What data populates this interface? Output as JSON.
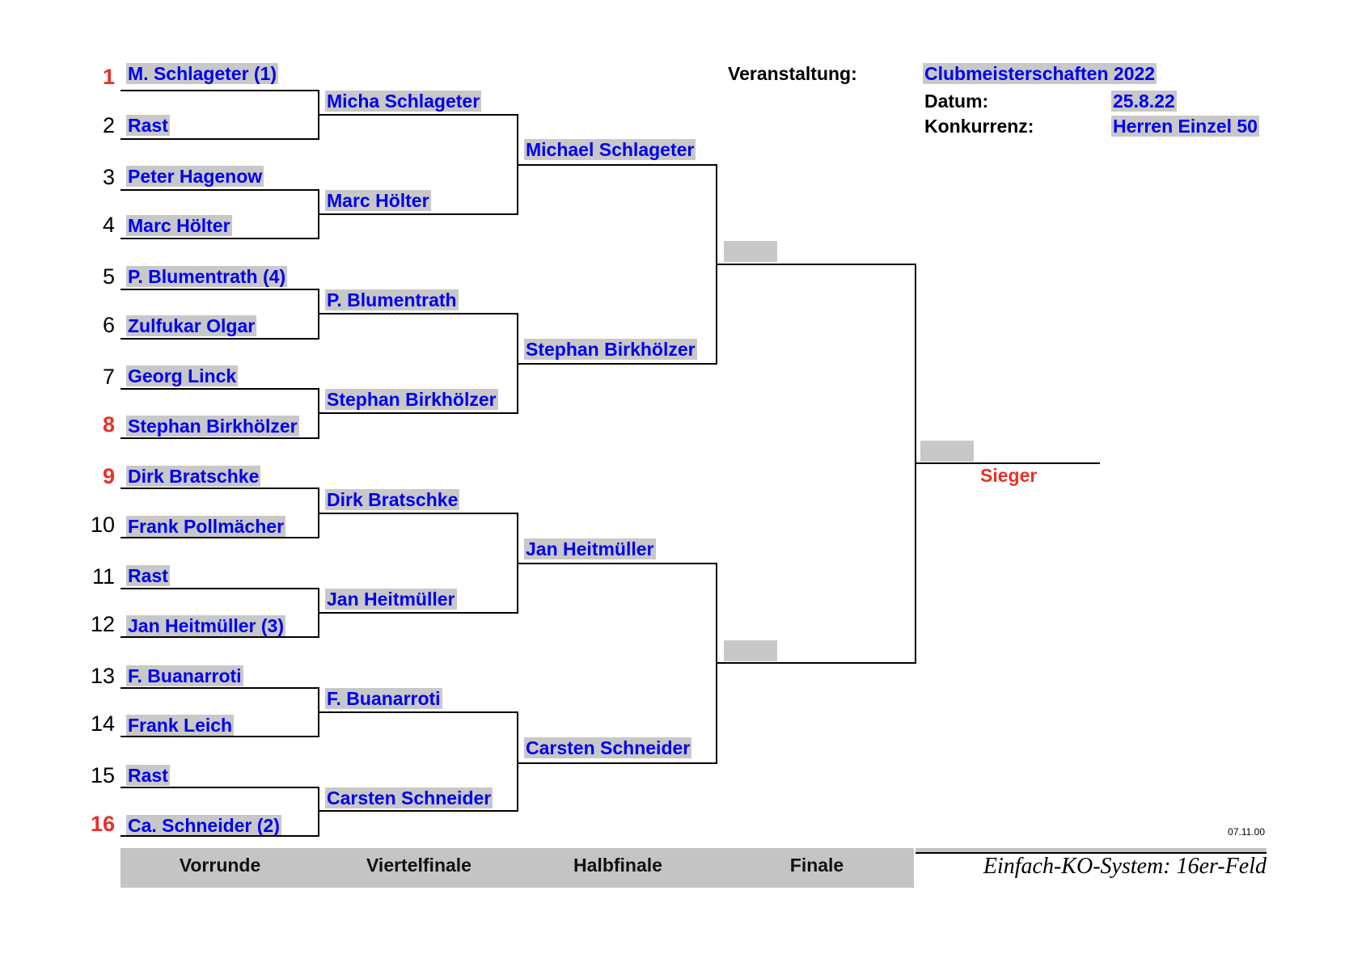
{
  "header": {
    "event_label": "Veranstaltung:",
    "event_value": "Clubmeisterschaften 2022",
    "date_label": "Datum:",
    "date_value": "25.8.22",
    "competition_label": "Konkurrenz:",
    "competition_value": "Herren Einzel 50"
  },
  "draw": [
    {
      "num": "1",
      "name": "M. Schlageter (1)",
      "seed": true
    },
    {
      "num": "2",
      "name": "Rast",
      "seed": false
    },
    {
      "num": "3",
      "name": "Peter Hagenow",
      "seed": false
    },
    {
      "num": "4",
      "name": "Marc Hölter",
      "seed": false
    },
    {
      "num": "5",
      "name": "P. Blumentrath (4)",
      "seed": false
    },
    {
      "num": "6",
      "name": "Zulfukar Olgar",
      "seed": false
    },
    {
      "num": "7",
      "name": "Georg Linck",
      "seed": false
    },
    {
      "num": "8",
      "name": "Stephan Birkhölzer",
      "seed": true
    },
    {
      "num": "9",
      "name": "Dirk Bratschke",
      "seed": true
    },
    {
      "num": "10",
      "name": "Frank Pollmächer",
      "seed": false
    },
    {
      "num": "11",
      "name": "Rast",
      "seed": false
    },
    {
      "num": "12",
      "name": "Jan Heitmüller (3)",
      "seed": false
    },
    {
      "num": "13",
      "name": "F. Buanarroti",
      "seed": false
    },
    {
      "num": "14",
      "name": "Frank Leich",
      "seed": false
    },
    {
      "num": "15",
      "name": "Rast",
      "seed": false
    },
    {
      "num": "16",
      "name": "Ca. Schneider (2)",
      "seed": true
    }
  ],
  "quarterfinal": [
    "Micha Schlageter",
    "Marc Hölter",
    "P. Blumentrath",
    "Stephan Birkhölzer",
    "Dirk Bratschke",
    "Jan Heitmüller",
    "F. Buanarroti",
    "Carsten Schneider"
  ],
  "semifinal": [
    "Michael Schlageter",
    "Stephan Birkhölzer",
    "Jan Heitmüller",
    "Carsten Schneider"
  ],
  "winner_label": "Sieger",
  "rounds": [
    "Vorrunde",
    "Viertelfinale",
    "Halbfinale",
    "Finale"
  ],
  "system_name": "Einfach-KO-System:  16er-Feld",
  "version": "07.11.00"
}
